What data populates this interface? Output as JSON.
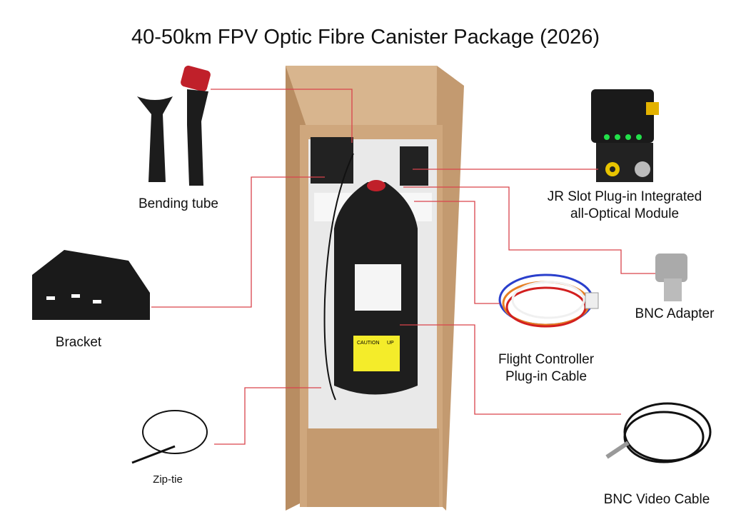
{
  "title": "40-50km FPV Optic Fibre Canister Package (2026)",
  "labels": {
    "bending_tube": "Bending tube",
    "bracket": "Bracket",
    "zip_tie": "Zip-tie",
    "jr_module_line1": "JR Slot Plug-in Integrated",
    "jr_module_line2": "all-Optical Module",
    "bnc_adapter": "BNC Adapter",
    "fc_cable_line1": "Flight Controller",
    "fc_cable_line2": "Plug-in Cable",
    "bnc_video_cable": "BNC Video Cable"
  },
  "canister_label": {
    "caution": "CAUTION",
    "up": "UP"
  },
  "colors": {
    "leader_line": "#d9434b",
    "cardboard": "#c9a27a",
    "foam": "#f2f2f2",
    "canister": "#1e1e1e",
    "tube_cap": "#c0202a"
  }
}
